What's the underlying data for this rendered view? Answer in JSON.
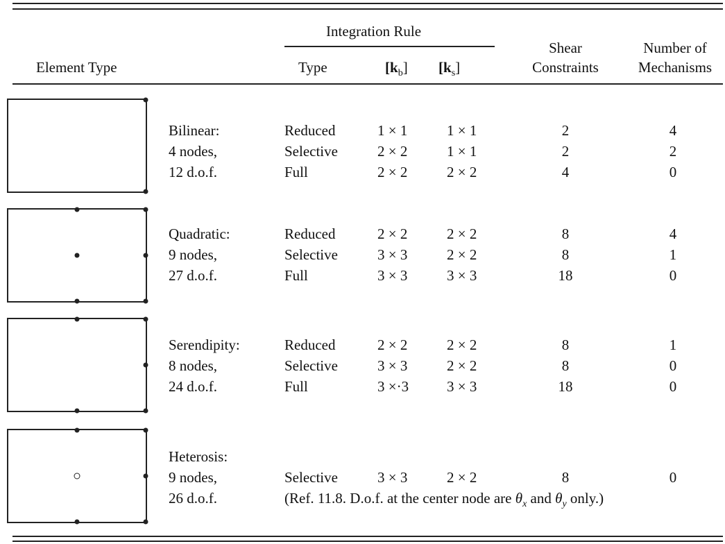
{
  "header": {
    "element_type": "Element Type",
    "integration_rule": "Integration Rule",
    "type": "Type",
    "kb": "[k",
    "kb_sub": "b",
    "ks": "[k",
    "ks_sub": "s",
    "bracket_close": "]",
    "shear_line1": "Shear",
    "shear_line2": "Constraints",
    "mech_line1": "Number of",
    "mech_line2": "Mechanisms"
  },
  "groups": [
    {
      "name": "Bilinear:",
      "nodes": "4 nodes,",
      "dof": "12 d.o.f.",
      "rows": [
        {
          "type": "Reduced",
          "kb": "1 × 1",
          "ks": "1 × 1",
          "shear": "2",
          "mech": "4"
        },
        {
          "type": "Selective",
          "kb": "2 × 2",
          "ks": "1 × 1",
          "shear": "2",
          "mech": "2"
        },
        {
          "type": "Full",
          "kb": "2 × 2",
          "ks": "2 × 2",
          "shear": "4",
          "mech": "0"
        }
      ]
    },
    {
      "name": "Quadratic:",
      "nodes": "9 nodes,",
      "dof": "27 d.o.f.",
      "rows": [
        {
          "type": "Reduced",
          "kb": "2 × 2",
          "ks": "2 × 2",
          "shear": "8",
          "mech": "4"
        },
        {
          "type": "Selective",
          "kb": "3 × 3",
          "ks": "2 × 2",
          "shear": "8",
          "mech": "1"
        },
        {
          "type": "Full",
          "kb": "3 × 3",
          "ks": "3 × 3",
          "shear": "18",
          "mech": "0"
        }
      ]
    },
    {
      "name": "Serendipity:",
      "nodes": "8 nodes,",
      "dof": "24 d.o.f.",
      "rows": [
        {
          "type": "Reduced",
          "kb": "2 × 2",
          "ks": "2 × 2",
          "shear": "8",
          "mech": "1"
        },
        {
          "type": "Selective",
          "kb": "3 × 3",
          "ks": "2 × 2",
          "shear": "8",
          "mech": "0"
        },
        {
          "type": "Full",
          "kb": "3 ×·3",
          "ks": "3 × 3",
          "shear": "18",
          "mech": "0"
        }
      ]
    },
    {
      "name": "Heterosis:",
      "nodes": "9 nodes,",
      "dof": "26 d.o.f.",
      "rows": [
        {
          "type": "Selective",
          "kb": "3 × 3",
          "ks": "2 × 2",
          "shear": "8",
          "mech": "0"
        }
      ],
      "note_prefix": "(Ref. 11.8. D.o.f. at the center node are ",
      "note_theta": "θ",
      "note_x": "x",
      "note_and": " and ",
      "note_y": "y",
      "note_suffix": " only.)"
    }
  ]
}
